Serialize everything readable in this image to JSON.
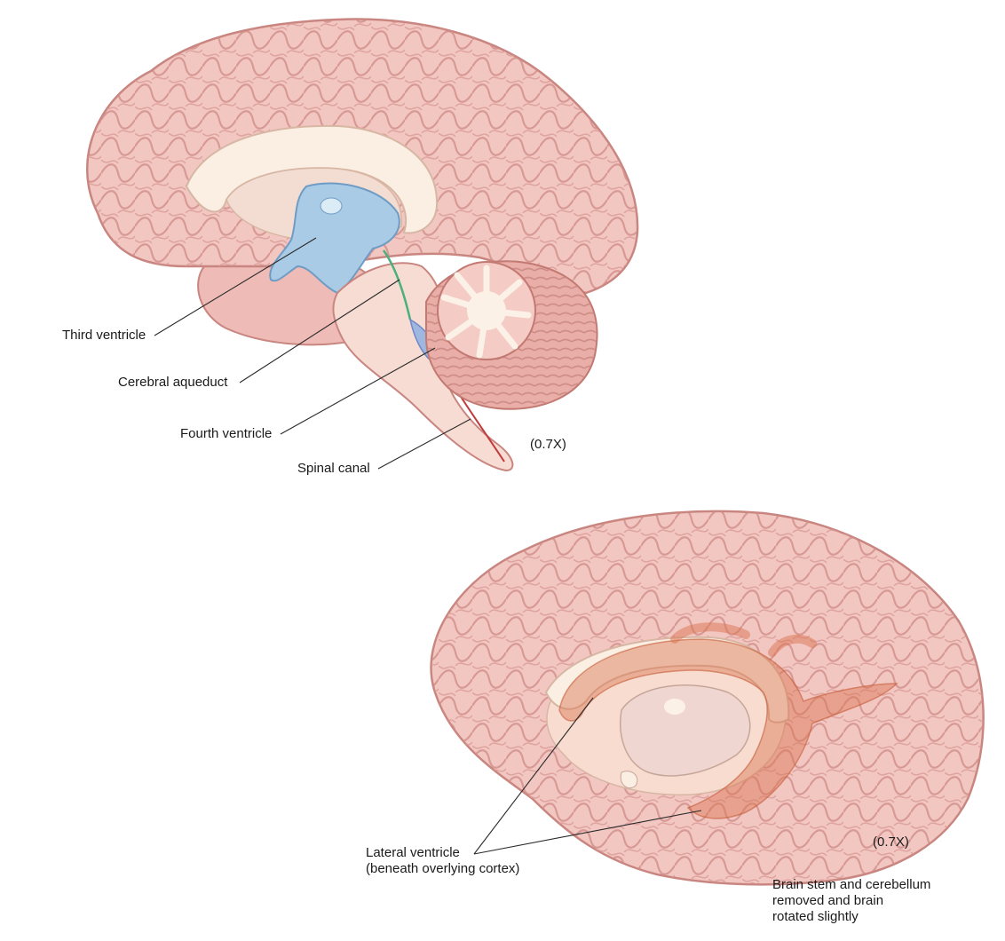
{
  "top_figure": {
    "labels": {
      "third_ventricle": "Third ventricle",
      "cerebral_aqueduct": "Cerebral aqueduct",
      "fourth_ventricle": "Fourth ventricle",
      "spinal_canal": "Spinal canal"
    },
    "magnification": "(0.7X)"
  },
  "bottom_figure": {
    "lateral_ventricle": {
      "line1": "Lateral ventricle",
      "line2": "(beneath overlying cortex)"
    },
    "magnification": "(0.7X)",
    "note": {
      "line1": "Brain stem and cerebellum",
      "line2": "removed and brain",
      "line3": "rotated slightly"
    }
  },
  "colors": {
    "cortex": "#f0c4c0",
    "cortex_dark": "#d9948e",
    "ventricle_blue": "#a9cbe6",
    "lateral_ventricle": "#d9734f",
    "white_matter": "#fbeee2"
  }
}
